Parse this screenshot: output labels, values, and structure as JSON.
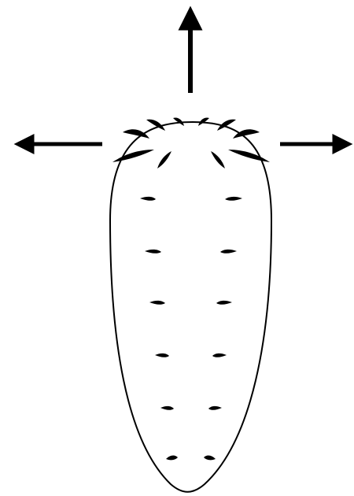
{
  "diagram": {
    "colors": {
      "stroke": "#000000",
      "fill": "#ffffff",
      "mark": "#000000",
      "background": "#ffffff"
    },
    "arrows": [
      {
        "name": "arrow-up",
        "direction": "up"
      },
      {
        "name": "arrow-left",
        "direction": "left"
      },
      {
        "name": "arrow-right",
        "direction": "right"
      }
    ],
    "body_shape": "elongated-oval",
    "head_spine_count": 10,
    "paired_mark_rows": 6
  }
}
